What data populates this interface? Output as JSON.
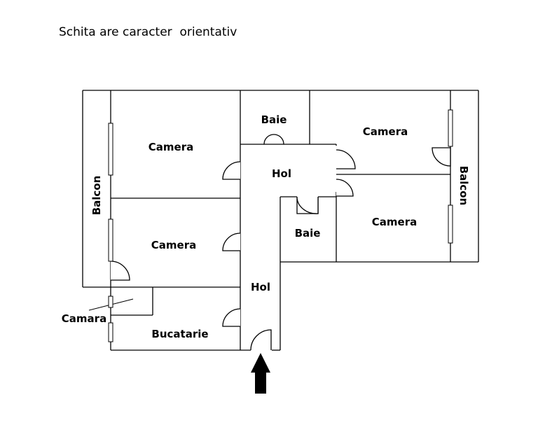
{
  "header": {
    "title": "Schita are caracter  orientativ"
  },
  "rooms": {
    "camera_top_left": "Camera",
    "camera_mid_left": "Camera",
    "camera_top_right": "Camera",
    "camera_bottom_right": "Camera",
    "baie_top": "Baie",
    "baie_bottom": "Baie",
    "hol_top": "Hol",
    "hol_bottom": "Hol",
    "balcon_left": "Balcon",
    "balcon_right": "Balcon",
    "camara": "Camara",
    "bucatarie": "Bucatarie"
  },
  "entrance": {
    "icon": "arrow-up-icon"
  }
}
